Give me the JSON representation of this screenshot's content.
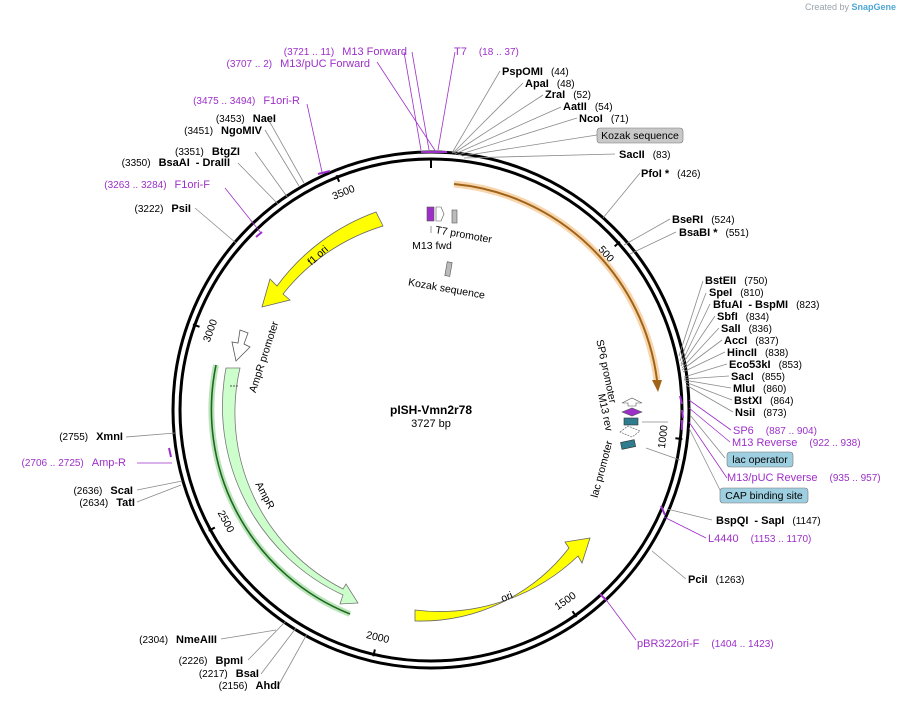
{
  "credit": {
    "prefix": "Created by",
    "brand": "SnapGene"
  },
  "plasmid": {
    "name": "pISH-Vmn2r78",
    "length": 3727,
    "length_label": "3727 bp"
  },
  "colors": {
    "enzyme": "#000000",
    "primer": "#9d2fc9",
    "yellow": "#ffff00",
    "ampr": "#ccffcc",
    "orange": "#f5c48a",
    "box_gray": "#c8c8c8",
    "box_teal": "#9ecfe0"
  },
  "ticks": [
    "500",
    "1000",
    "1500",
    "2000",
    "2500",
    "3000",
    "3500"
  ],
  "enzymes": [
    {
      "name": "PspOMI",
      "pos": "(44)"
    },
    {
      "name": "ApaI",
      "pos": "(48)"
    },
    {
      "name": "ZraI",
      "pos": "(52)"
    },
    {
      "name": "AatII",
      "pos": "(54)"
    },
    {
      "name": "NcoI",
      "pos": "(71)"
    },
    {
      "name": "SacII",
      "pos": "(83)"
    },
    {
      "name": "PfoI *",
      "pos": "(426)"
    },
    {
      "name": "BseRI",
      "pos": "(524)"
    },
    {
      "name": "BsaBI *",
      "pos": "(551)"
    },
    {
      "name": "BstEII",
      "pos": "(750)"
    },
    {
      "name": "SpeI",
      "pos": "(810)"
    },
    {
      "name": "BfuAI",
      "extra": "- BspMI",
      "pos": "(823)"
    },
    {
      "name": "SbfI",
      "pos": "(834)"
    },
    {
      "name": "SalI",
      "pos": "(836)"
    },
    {
      "name": "AccI",
      "pos": "(837)"
    },
    {
      "name": "HincII",
      "pos": "(838)"
    },
    {
      "name": "Eco53kI",
      "pos": "(853)"
    },
    {
      "name": "SacI",
      "pos": "(855)"
    },
    {
      "name": "MluI",
      "pos": "(860)"
    },
    {
      "name": "BstXI",
      "pos": "(864)"
    },
    {
      "name": "NsiI",
      "pos": "(873)"
    },
    {
      "name": "BspQI",
      "extra": "- SapI",
      "pos": "(1147)"
    },
    {
      "name": "PciI",
      "pos": "(1263)"
    },
    {
      "name": "AhdI",
      "pos": "(2156)"
    },
    {
      "name": "BsaI",
      "pos": "(2217)"
    },
    {
      "name": "BpmI",
      "pos": "(2226)"
    },
    {
      "name": "NmeAIII",
      "pos": "(2304)"
    },
    {
      "name": "TatI",
      "pos": "(2634)"
    },
    {
      "name": "ScaI",
      "pos": "(2636)"
    },
    {
      "name": "XmnI",
      "pos": "(2755)"
    },
    {
      "name": "PsiI",
      "pos": "(3222)"
    },
    {
      "name": "BsaAI",
      "extra": "- DraIII",
      "pos": "(3350)"
    },
    {
      "name": "BtgZI",
      "pos": "(3351)"
    },
    {
      "name": "NgoMIV",
      "pos": "(3451)"
    },
    {
      "name": "NaeI",
      "pos": "(3453)"
    }
  ],
  "primers": [
    {
      "name": "M13 Forward",
      "pos": "(3721 .. 11)"
    },
    {
      "name": "M13/pUC Forward",
      "pos": "(3707 .. 2)"
    },
    {
      "name": "T7",
      "pos": "(18 .. 37)"
    },
    {
      "name": "F1ori-R",
      "pos": "(3475 .. 3494)"
    },
    {
      "name": "F1ori-F",
      "pos": "(3263 .. 3284)"
    },
    {
      "name": "Amp-R",
      "pos": "(2706 .. 2725)"
    },
    {
      "name": "SP6",
      "pos": "(887 .. 904)"
    },
    {
      "name": "M13 Reverse",
      "pos": "(922 .. 938)"
    },
    {
      "name": "M13/pUC Reverse",
      "pos": "(935 .. 957)"
    },
    {
      "name": "L4440",
      "pos": "(1153 .. 1170)"
    },
    {
      "name": "pBR322ori-F",
      "pos": "(1404 .. 1423)"
    }
  ],
  "boxed_features": [
    "Kozak sequence",
    "lac operator",
    "CAP binding site"
  ],
  "inner_labels": [
    "T7 promoter",
    "M13 fwd",
    "Kozak sequence",
    "SP6 promoter",
    "M13 rev",
    "lac promoter",
    "AmpR promoter"
  ],
  "arc_features": [
    "f1 ori",
    "AmpR",
    "ori"
  ]
}
